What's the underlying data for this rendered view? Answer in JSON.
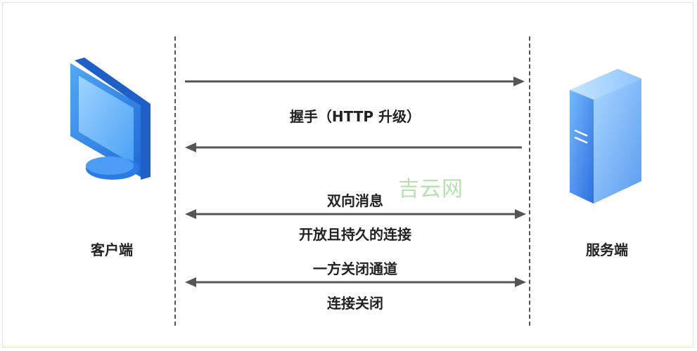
{
  "participants": {
    "client_label": "客户端",
    "server_label": "服务端"
  },
  "messages": {
    "handshake": "握手（HTTP 升级）",
    "bidirectional": "双向消息",
    "persistent": "开放且持久的连接",
    "one_side_close": "一方关闭通道",
    "closed": "连接关闭"
  },
  "watermark": "吉云网",
  "icons": {
    "client": "monitor-icon",
    "server": "server-tower-icon"
  },
  "colors": {
    "arrow": "#555555",
    "text": "#222222",
    "frame": "#ece6b8",
    "icon_blue": "#2f80e8",
    "icon_light": "#7fc3ff",
    "watermark": "#b8dfaf"
  }
}
